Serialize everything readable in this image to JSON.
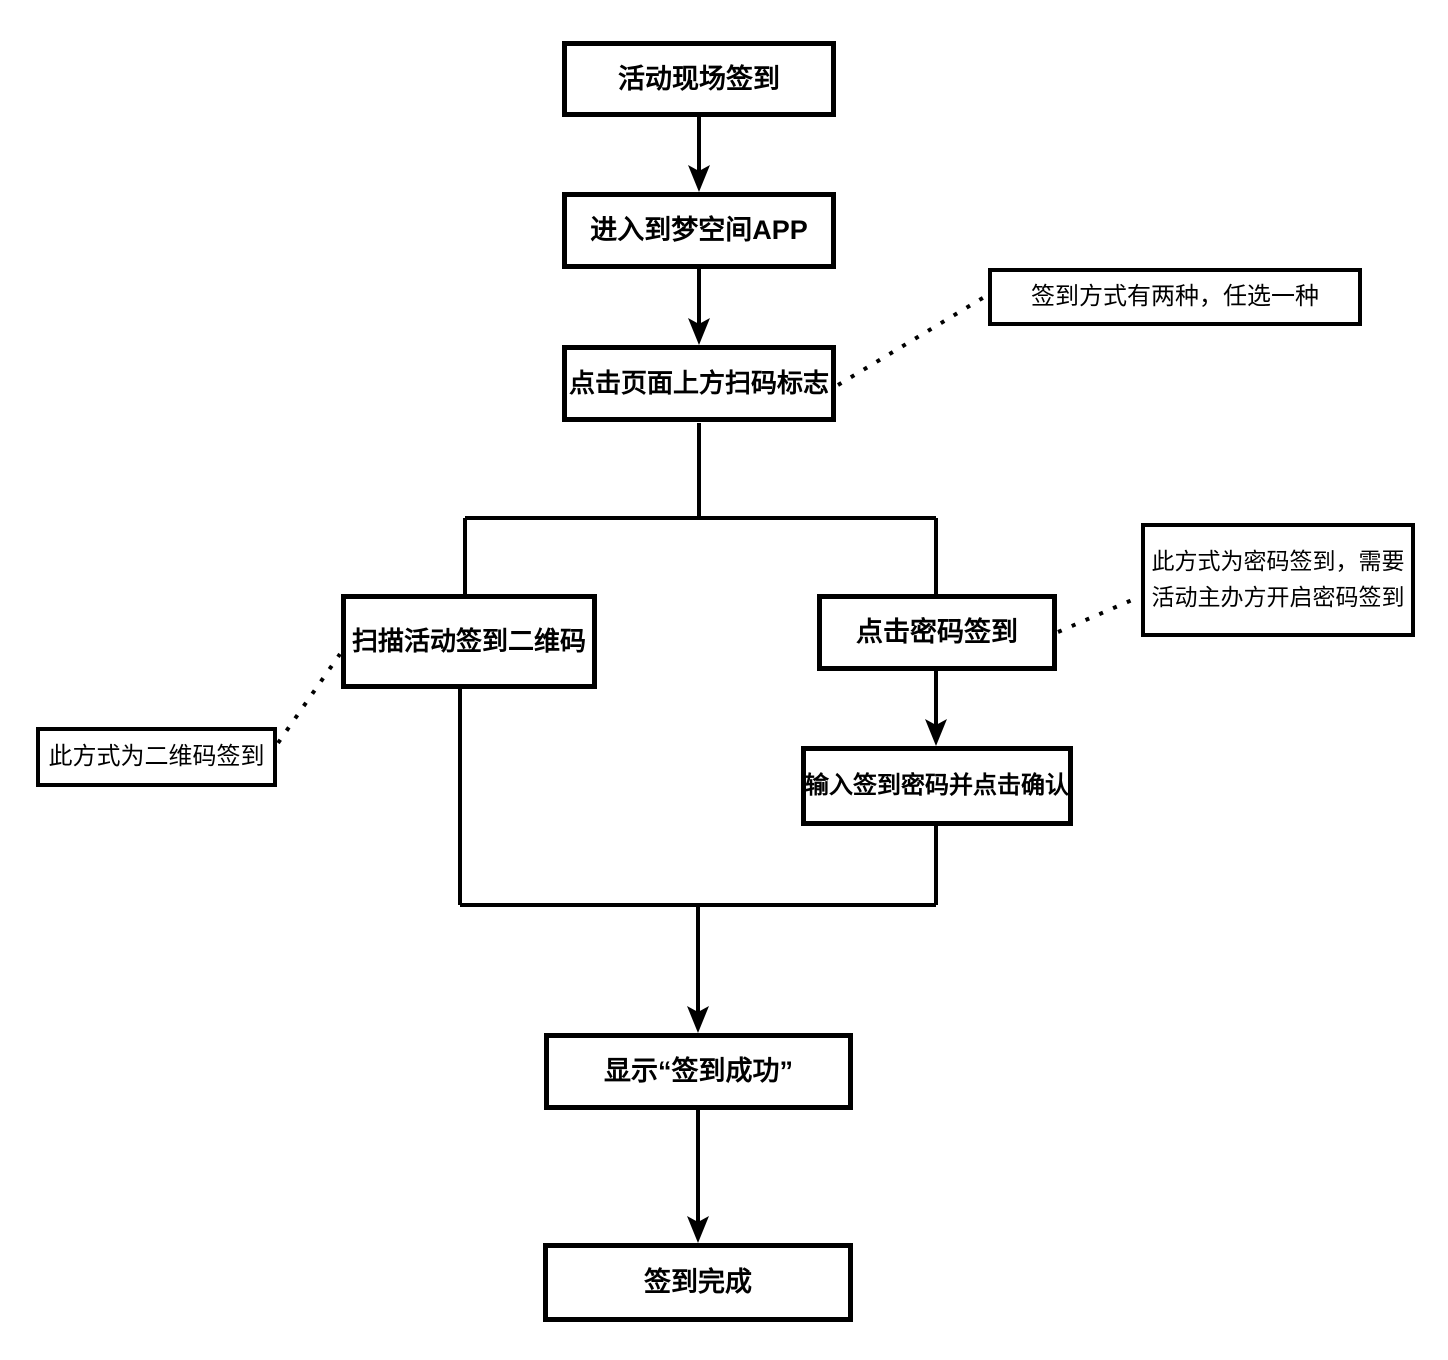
{
  "diagram": {
    "colors": {
      "background": "#ffffff",
      "line": "#000000",
      "text": "#000000"
    },
    "nodes": {
      "start": {
        "label": "活动现场签到"
      },
      "enter_app": {
        "label": "进入到梦空间APP"
      },
      "tap_scan": {
        "label": "点击页面上方扫码标志"
      },
      "scan_qr": {
        "label": "扫描活动签到二维码"
      },
      "tap_password": {
        "label": "点击密码签到"
      },
      "enter_password": {
        "label": "输入签到密码并点击确认"
      },
      "show_success": {
        "label": "显示“签到成功”"
      },
      "done": {
        "label": "签到完成"
      }
    },
    "annotations": {
      "two_methods": {
        "label": "签到方式有两种，任选一种"
      },
      "password_method": {
        "lines": [
          "此方式为密码签到，需要",
          "活动主办方开启密码签到"
        ]
      },
      "qr_method": {
        "label": "此方式为二维码签到"
      }
    }
  }
}
